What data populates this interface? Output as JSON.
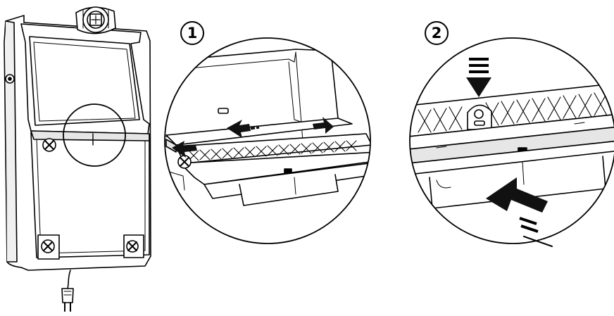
{
  "steps": [
    {
      "number": "1"
    },
    {
      "number": "2"
    }
  ],
  "colors": {
    "line": "#000000",
    "fill": "#ffffff",
    "shade": "#e6e6e6",
    "arrow": "#111111"
  },
  "icons": [
    "device-housing",
    "power-plug",
    "magnifier-circle",
    "push-arrow",
    "filter-grille"
  ]
}
